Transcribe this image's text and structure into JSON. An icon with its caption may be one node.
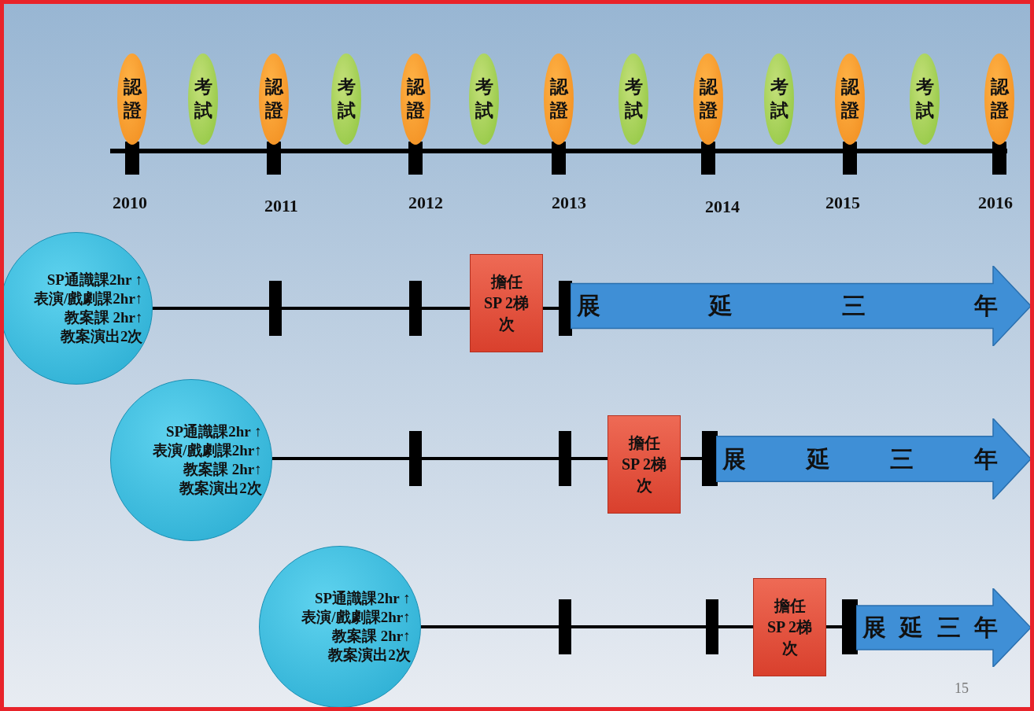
{
  "diagram": {
    "nodes": [
      {
        "text": [
          "認證"
        ]
      },
      {
        "text": [
          "考試"
        ]
      },
      {
        "text": [
          "認證"
        ]
      },
      {
        "text": [
          "考試"
        ]
      },
      {
        "text": [
          "認證"
        ]
      },
      {
        "text": [
          "考試"
        ]
      },
      {
        "text": [
          "認證"
        ]
      },
      {
        "text": [
          "考試"
        ]
      },
      {
        "text": [
          "認證"
        ]
      },
      {
        "text": [
          "考試"
        ]
      },
      {
        "text": [
          "認證"
        ]
      },
      {
        "text": [
          "考試"
        ]
      },
      {
        "text": [
          "認證"
        ]
      },
      {
        "text": [
          "SP通識課2hr ↑",
          "表演/戲劇課2hr↑",
          "教案課 2hr↑",
          "教案演出2次"
        ]
      },
      {
        "text": [
          "擔任 SP 2梯次"
        ]
      },
      {
        "text": [
          "展 延 三 年"
        ]
      },
      {
        "text": [
          "SP通識課2hr ↑",
          "表演/戲劇課2hr↑",
          "教案課 2hr↑",
          "教案演出2次"
        ]
      },
      {
        "text": [
          "擔任 SP 2梯次"
        ]
      },
      {
        "text": [
          "展 延 三 年"
        ]
      },
      {
        "text": [
          "SP通識課2hr ↑",
          "表演/戲劇課2hr↑",
          "教案課 2hr↑",
          "教案演出2次"
        ]
      },
      {
        "text": [
          "擔任 SP 2梯次"
        ]
      },
      {
        "text": [
          "展 延 三 年"
        ]
      }
    ],
    "edges": [
      {
        "from": 13,
        "to": 14,
        "arrow": "none"
      },
      {
        "from": 14,
        "to": 15,
        "arrow": "none"
      },
      {
        "from": 16,
        "to": 17,
        "arrow": "none"
      },
      {
        "from": 17,
        "to": 18,
        "arrow": "none"
      },
      {
        "from": 19,
        "to": 20,
        "arrow": "none"
      },
      {
        "from": 20,
        "to": 21,
        "arrow": "none"
      }
    ],
    "labels": [
      "2010",
      "2011",
      "2012",
      "2013",
      "2014",
      "2015",
      "2016",
      "15"
    ]
  }
}
